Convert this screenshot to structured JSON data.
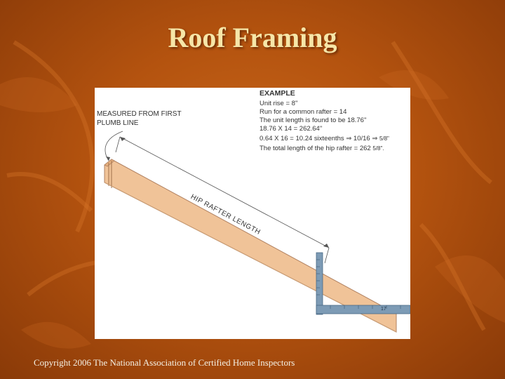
{
  "slide": {
    "title": "Roof Framing",
    "copyright": "Copyright 2006 The National Association of Certified Home Inspectors"
  },
  "figure": {
    "example_heading": "EXAMPLE",
    "example_lines": [
      "Unit rise = 8\"",
      "Run for a common rafter = 14",
      "The unit length is found to be 18.76\"",
      "18.76 X 14 = 262.64\"",
      "0.64 X 16 = 10.24 sixteenths ⇒ 10/16 ⇒",
      "The total length of the hip rafter = 262"
    ],
    "frac_line5": "5/8\"",
    "frac_line6": "5/8\".",
    "measured_label": "MEASURED FROM FIRST PLUMB LINE",
    "hip_label": "HIP RAFTER LENGTH",
    "square_mark": "17"
  },
  "colors": {
    "background": "#b4530f",
    "title": "#f6e6a8",
    "rafter": "#f0c398",
    "square": "#7d9bb5"
  }
}
